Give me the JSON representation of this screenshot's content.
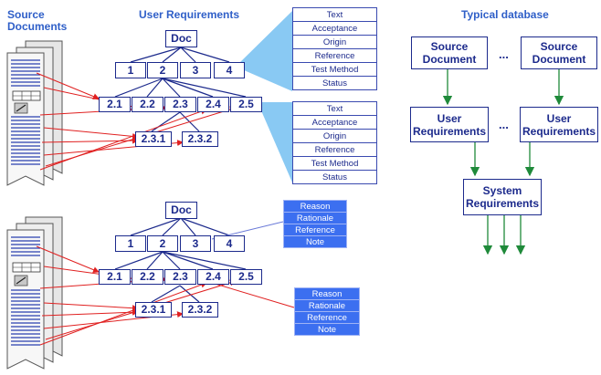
{
  "titles": {
    "source_documents": "Source\nDocuments",
    "user_requirements": "User Requirements",
    "typical_database": "Typical database"
  },
  "tree1": {
    "doc": "Doc",
    "top": [
      "1",
      "2",
      "3",
      "4"
    ],
    "second": [
      "2.1",
      "2.2",
      "2.3",
      "2.4",
      "2.5"
    ],
    "third": [
      "2.3.1",
      "2.3.2"
    ]
  },
  "tree2": {
    "doc": "Doc",
    "top": [
      "1",
      "2",
      "3",
      "4"
    ],
    "second": [
      "2.1",
      "2.2",
      "2.3",
      "2.4",
      "2.5"
    ],
    "third": [
      "2.3.1",
      "2.3.2"
    ]
  },
  "attribute_table_1": [
    "Text",
    "Acceptance",
    "Origin",
    "Reference",
    "Test Method",
    "Status"
  ],
  "attribute_table_2": [
    "Text",
    "Acceptance",
    "Origin",
    "Reference",
    "Test Method",
    "Status"
  ],
  "note_table_1": [
    "Reason",
    "Rationale",
    "Reference",
    "Note"
  ],
  "note_table_2": [
    "Reason",
    "Rationale",
    "Reference",
    "Note"
  ],
  "database": {
    "source_document_1": "Source\nDocument",
    "source_document_2": "Source\nDocument",
    "user_requirements_1": "User\nRequirements",
    "user_requirements_2": "User\nRequirements",
    "system_requirements": "System\nRequirements",
    "ellipsis_1": "...",
    "ellipsis_2": "..."
  },
  "colors": {
    "box_border": "#1c2a8c",
    "title_blue": "#2f5fc8",
    "trace_red": "#e02020",
    "flow_green": "#1f8a3a",
    "callout_blue": "#7cc3f2",
    "note_fill": "#3c6ff0"
  }
}
